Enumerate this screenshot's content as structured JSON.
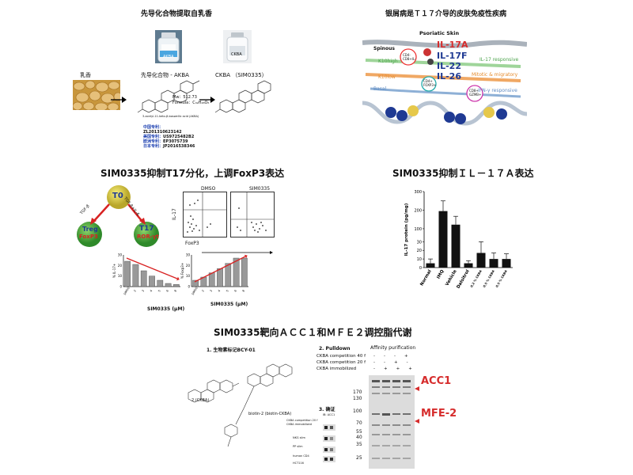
{
  "sec1": {
    "title": "先导化合物提取自乳香",
    "frankincense_label": "乳香",
    "akba_label": "先导化合物 - AKBA",
    "ckba_label": "CKBA （SIM0335）",
    "mw_text": "Mw：512.73",
    "formula_text": "Formula：C₃₂H₄₈O₅",
    "akba_caption": "3-acetyl-11-keto-β-boswellic acid (AKBA)",
    "vial_left_label": "AKBA",
    "vial_right_label": "CKBA",
    "patents": [
      {
        "k": "中国专利：",
        "v": ""
      },
      {
        "k": "",
        "v": "ZL201310623142"
      },
      {
        "k": "美国专利：",
        "v": "US9725482B2"
      },
      {
        "k": "欧洲专利：",
        "v": "EP3075739"
      },
      {
        "k": "日本专利：",
        "v": "JP2016538346"
      }
    ]
  },
  "sec2": {
    "title": "银屑病是Ｔ１７介导的皮肤免疫性疾病",
    "psoriatic_skin": "Psoriatic Skin",
    "spinous": "Spinous",
    "basal": "Basal",
    "k10_high": "K10high",
    "k10_low": "K10low",
    "il17a": "IL-17A",
    "il17f": "IL-17F",
    "il22": "IL-22",
    "il26": "IL-26",
    "il17_responsive": "IL-17 responsive",
    "mitotic": "Mitotic & migratory",
    "ifn_responsive": "IFN-γ responsive",
    "cd4_cd8": "CD4-\nCD8+IL-",
    "cd4_foxp3": "CD4+\nFOXP3+",
    "cd8_gzmb": "CD8+\nGZMB+"
  },
  "sec3": {
    "title": "SIM0335抑制T17分化，上调FoxP3表达",
    "t0": "T0",
    "tgfb_left": "TGF-β",
    "tgfb_il6": "TGF-β+IL-6",
    "treg": "Treg",
    "foxp3": "FoxP3",
    "t17": "T17",
    "rort": "ROR-γt",
    "dmso": "DMSO",
    "sim0335": "SIM0335",
    "il17_axis": "IL-17",
    "foxp3_axis": "FoxP3",
    "xlabel_left": "SIM0335 (μM)",
    "xlabel_right": "SIM0335 (μM)",
    "ylabel_left": "% IL-17+",
    "ylabel_right": "% Foxp3+"
  },
  "sec4": {
    "title": "SIM0335抑制ＩＬ－１７Ａ表达"
  },
  "sec5": {
    "title": "SIM0335靶向ＡＣＣ１和ＭＦＥ２调控脂代谢",
    "step1": "1. 生物素标记BCY-01",
    "step2": "2. Pulldown",
    "step3": "3. 确证",
    "affinity": "Affinity purification",
    "rows": [
      {
        "label": "CKBA competition 40 f",
        "vals": [
          "-",
          "-",
          "-",
          "+"
        ]
      },
      {
        "label": "CKBA competition 20 f",
        "vals": [
          "-",
          "-",
          "+",
          "-"
        ]
      },
      {
        "label": "CKBA immobilized",
        "vals": [
          "-",
          "+",
          "+",
          "+"
        ]
      }
    ],
    "mw_markers": [
      "170",
      "130",
      "100",
      "70",
      "55",
      "40",
      "35",
      "25"
    ],
    "acc1": "ACC1",
    "mfe2": "MFE-2",
    "cmp2": "2 (CKBA)",
    "biotin2": "biotin-2 (biotin-CKBA)",
    "wb_rows": [
      "IB: ACC1",
      "CKBA competition 20 f",
      "CKBA immobilized",
      "NKG slim",
      "PP slim",
      "human CD4",
      "HCT116"
    ]
  },
  "chart_data": [
    {
      "type": "bar",
      "title": "",
      "ylabel": "% IL-17+",
      "xlabel": "SIM0335 (μM)",
      "categories": [
        "DMSO",
        "2",
        "3",
        "4",
        "5",
        "6",
        "8"
      ],
      "values": [
        24,
        21,
        15,
        10,
        6,
        3,
        2
      ],
      "ylim": [
        0,
        30
      ]
    },
    {
      "type": "bar",
      "title": "",
      "ylabel": "% Foxp3+",
      "xlabel": "SIM0335 (μM)",
      "categories": [
        "DMSO",
        "2",
        "3",
        "4",
        "5",
        "6",
        "8"
      ],
      "values": [
        6,
        9,
        13,
        17,
        22,
        27,
        27
      ],
      "ylim": [
        0,
        30
      ]
    },
    {
      "type": "bar",
      "title": "",
      "ylabel": "IL-17 protein (pg/mg)",
      "xlabel": "",
      "categories": [
        "Normal",
        "IMQ",
        "Vehicle",
        "Dalsitrol",
        "0.2 % CKBA",
        "0.5 % CKBA",
        "0.5 % CKBA"
      ],
      "values": [
        5,
        195,
        122,
        5,
        17,
        10,
        10
      ],
      "errors": [
        5,
        55,
        45,
        3,
        13,
        7,
        6
      ],
      "ylim": [
        0,
        300
      ],
      "yticks": [
        0,
        10,
        20,
        30,
        100,
        200,
        300
      ]
    }
  ]
}
